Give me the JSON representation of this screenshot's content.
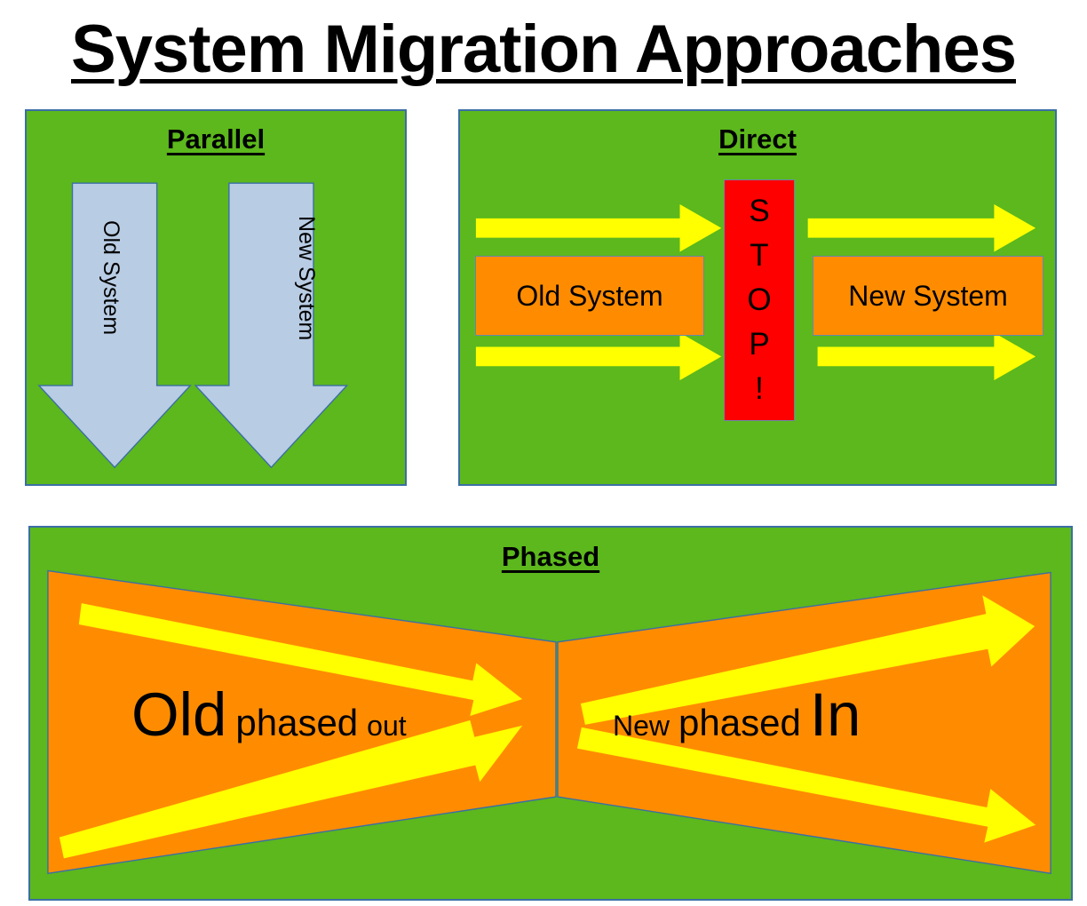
{
  "title": "System Migration Approaches",
  "colors": {
    "panel_background": "#5cb81c",
    "panel_border": "#3b6ea5",
    "arrow_blue": "#b8cce4",
    "arrow_yellow": "#ffff00",
    "box_orange": "#ff8c00",
    "stop_red": "#ff0000",
    "text": "#000000",
    "page_background": "#ffffff"
  },
  "panels": {
    "parallel": {
      "title": "Parallel",
      "arrows": [
        {
          "label": "Old System",
          "direction": "down",
          "color": "#b8cce4"
        },
        {
          "label": "New System",
          "direction": "down",
          "color": "#b8cce4"
        }
      ]
    },
    "direct": {
      "title": "Direct",
      "old_box_label": "Old System",
      "new_box_label": "New System",
      "stop_letters": [
        "S",
        "T",
        "O",
        "P",
        "!"
      ],
      "stop_text": "STOP!",
      "arrow_count": 4,
      "arrow_direction": "right",
      "arrow_color": "#ffff00"
    },
    "phased": {
      "title": "Phased",
      "left_label_words": [
        {
          "text": "Old",
          "size": "xl"
        },
        {
          "text": "phased",
          "size": "md"
        },
        {
          "text": "out",
          "size": "sm"
        }
      ],
      "right_label_words": [
        {
          "text": "New",
          "size": "sm"
        },
        {
          "text": "phased",
          "size": "md"
        },
        {
          "text": "In",
          "size": "xl"
        }
      ],
      "left_label_text": "Old phased out",
      "right_label_text": "New phased In",
      "arrow_count": 4,
      "arrow_color": "#ffff00",
      "shape": "bowtie"
    }
  }
}
